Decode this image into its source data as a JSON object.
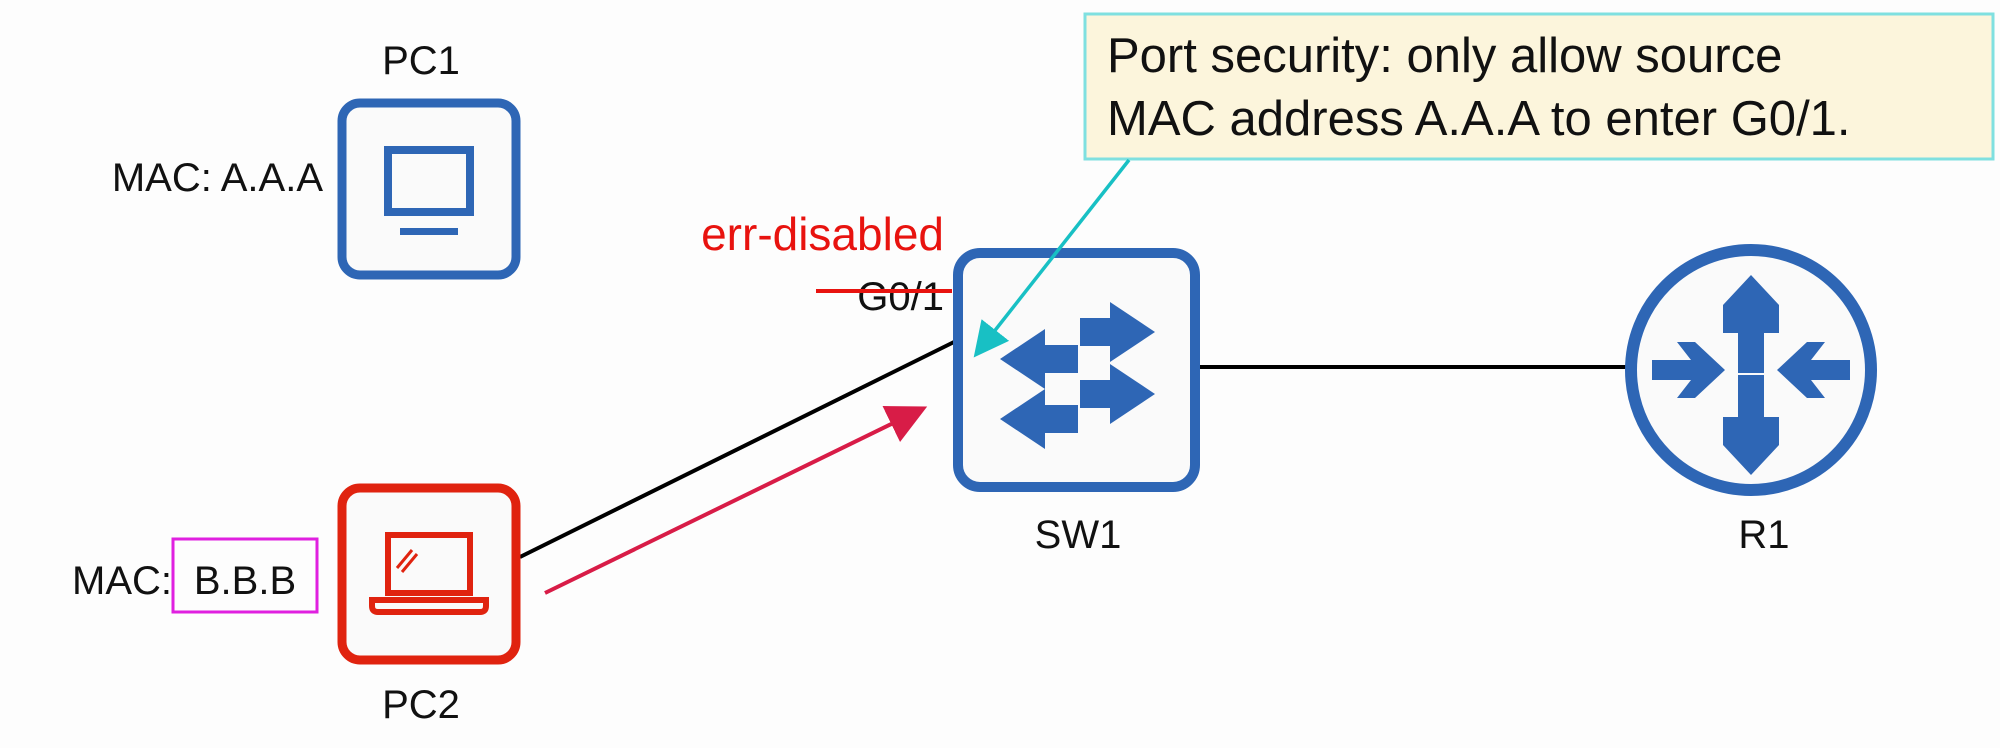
{
  "devices": {
    "pc1": {
      "label": "PC1",
      "mac_label": "MAC: A.A.A",
      "icon": "desktop-icon"
    },
    "pc2": {
      "label": "PC2",
      "mac_prefix": "MAC:",
      "mac_value": "B.B.B",
      "icon": "laptop-icon"
    },
    "sw1": {
      "label": "SW1",
      "icon": "switch-icon"
    },
    "r1": {
      "label": "R1",
      "icon": "router-icon"
    }
  },
  "port": {
    "name": "G0/1",
    "status": "err-disabled"
  },
  "callout": {
    "line1": "Port security: only allow source",
    "line2": "MAC address A.A.A to enter G0/1."
  },
  "colors": {
    "device_blue": "#2e66b5",
    "pc2_red": "#e0230f",
    "err_red": "#e8130f",
    "frame_arrow": "#d81c47",
    "callout_bg": "#fcf5dc",
    "callout_border": "#7fe0e0",
    "callout_arrow": "#18c0c4",
    "mac_highlight": "#e020e0"
  }
}
